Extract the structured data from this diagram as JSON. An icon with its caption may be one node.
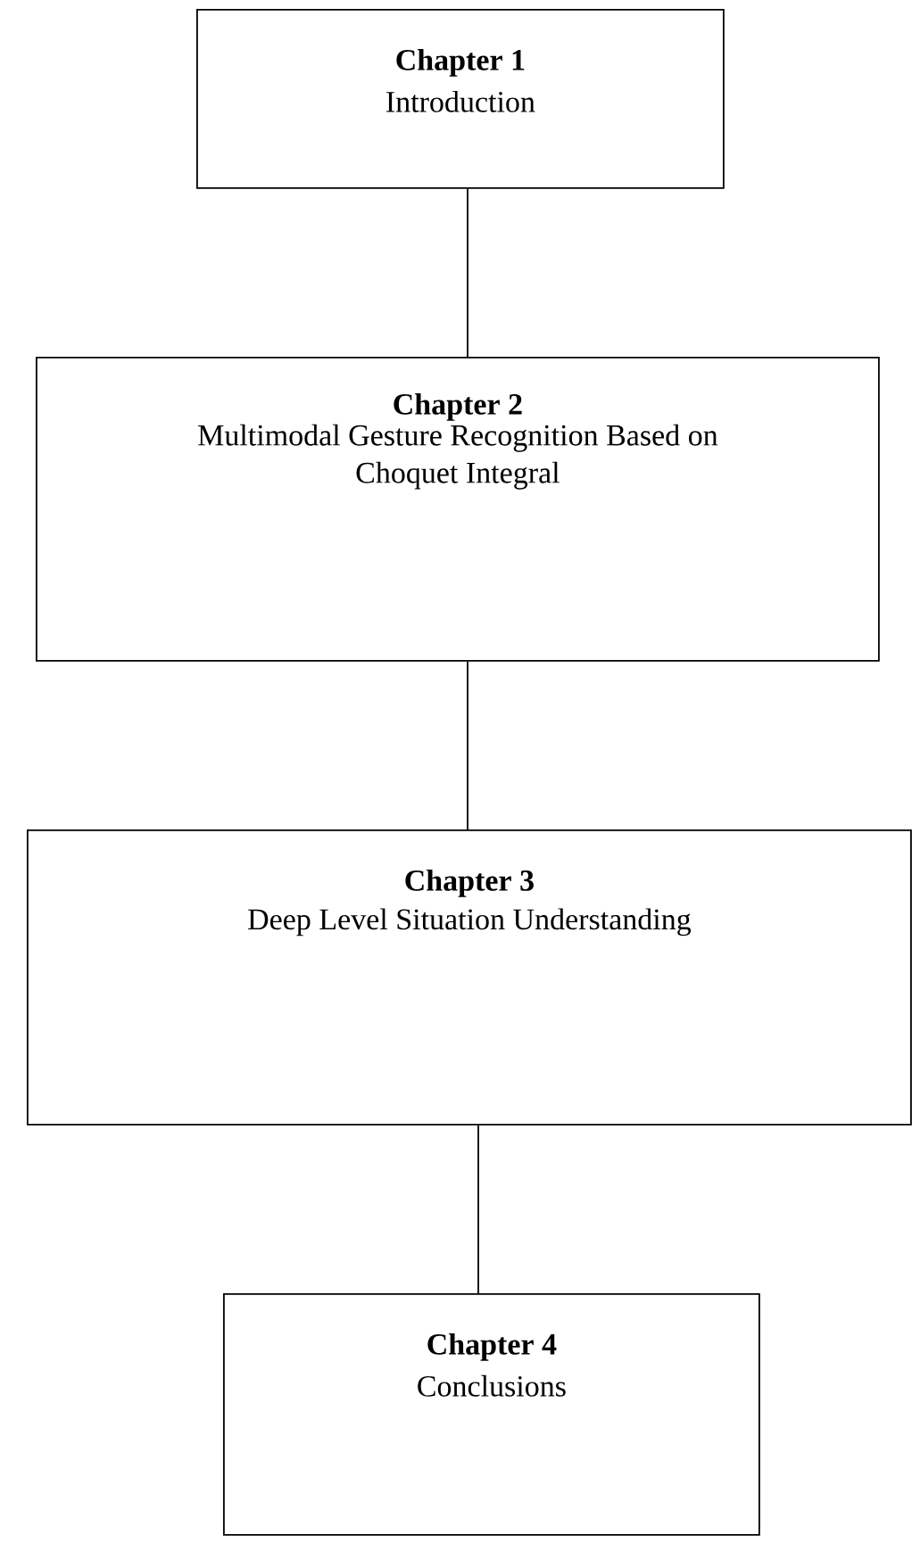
{
  "diagram": {
    "nodes": [
      {
        "text": [
          "Chapter 1",
          "Introduction"
        ]
      },
      {
        "text": [
          "Chapter 2",
          "Multimodal Gesture Recognition Based on Choquet Integral"
        ]
      },
      {
        "text": [
          "Chapter 3",
          "Deep Level Situation Understanding"
        ]
      },
      {
        "text": [
          "Chapter 4",
          "Conclusions"
        ]
      }
    ],
    "edges": [
      {
        "from": 0,
        "to": 1,
        "arrow": "none"
      },
      {
        "from": 1,
        "to": 2,
        "arrow": "none"
      },
      {
        "from": 2,
        "to": 3,
        "arrow": "none"
      }
    ]
  }
}
